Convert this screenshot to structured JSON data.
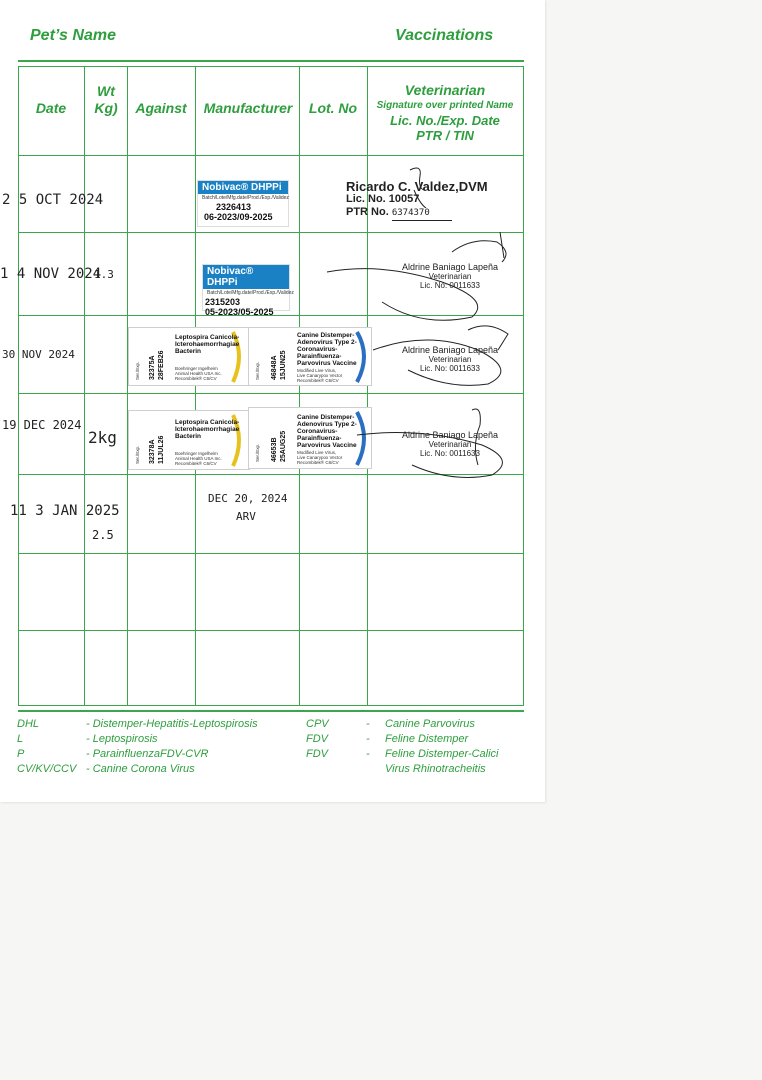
{
  "header": {
    "pets_name": "Pet’s Name",
    "vaccinations": "Vaccinations"
  },
  "columns": {
    "date": "Date",
    "wt_1": "Wt",
    "wt_2": "Kg)",
    "against": "Against",
    "manufacturer": "Manufacturer",
    "lot": "Lot. No",
    "vet_1": "Veterinarian",
    "vet_2": "Signature over printed Name",
    "vet_3": "Lic. No./Exp. Date",
    "vet_4": "PTR / TIN"
  },
  "rows": [
    {
      "date": "2 5 OCT 2024",
      "weight": ""
    },
    {
      "date": "1 4 NOV 2024",
      "weight": "1.3"
    },
    {
      "date": "30 NOV 2024",
      "weight": ""
    },
    {
      "date": "19 DEC 2024",
      "weight": "2kg"
    },
    {
      "date": "11 3 JAN 2025",
      "weight": "2.5"
    }
  ],
  "nobivac_1": {
    "brand": "Nobivac® DHPPi",
    "small": "Batch/Lote/Mfg.date/Prod./Exp./Validez",
    "lot": "2326413",
    "dates": "06-2023/09-2025"
  },
  "nobivac_2": {
    "brand": "Nobivac® DHPPi",
    "small": "Batch/Lote/Mfg.date/Prod./Exp./Validez",
    "lot": "2315203",
    "dates": "05-2023/05-2025"
  },
  "lepto_1": {
    "title_1": "Leptospira Canicola-",
    "title_2": "Icterohaemorrhagiae",
    "title_3": "Bacterin",
    "maker_1": "Boehringer Ingelheim",
    "maker_2": "Animal Health USA Inc.",
    "maker_3": "Recombitek® C6/CV",
    "code_1": "32375A",
    "code_2": "28FEB26",
    "ser": "Ser./Exp."
  },
  "canine_1": {
    "title_1": "Canine Distemper-",
    "title_2": "Adenovirus Type 2-",
    "title_3": "Coronavirus-",
    "title_4": "Parainfluenza-",
    "title_5": "Parvovirus Vaccine",
    "sub_1": "Modified Live Virus,",
    "sub_2": "Live Canarypox Vector",
    "sub_3": "Recombitek® C6/CV",
    "code_1": "46848A",
    "code_2": "15JUN25",
    "ser": "Ser./Exp."
  },
  "lepto_2": {
    "title_1": "Leptospira Canicola-",
    "title_2": "Icterohaemorrhagiae",
    "title_3": "Bacterin",
    "maker_1": "Boehringer Ingelheim",
    "maker_2": "Animal Health USA Inc.",
    "maker_3": "Recombitek® C6/CV",
    "code_1": "32378A",
    "code_2": "11JUL26",
    "ser": "Ser./Exp."
  },
  "canine_2": {
    "title_1": "Canine Distemper-",
    "title_2": "Adenovirus Type 2-",
    "title_3": "Coronavirus-",
    "title_4": "Parainfluenza-",
    "title_5": "Parvovirus Vaccine",
    "sub_1": "Modified Live Virus,",
    "sub_2": "Live Canarypox Vector",
    "sub_3": "Recombitek® C6/CV",
    "code_1": "46653B",
    "code_2": "25AUG25",
    "ser": "Ser./Exp."
  },
  "manufacturer_note": {
    "line_1": "DEC 20, 2024",
    "line_2": "ARV"
  },
  "vet_1": {
    "name": "Ricardo C. Valdez,DVM",
    "lic": "Lic. No. 10057",
    "ptr": "PTR No.",
    "ptr_hand": "6374370"
  },
  "vet_2": {
    "name": "Aldrine Baniago Lapeña",
    "title": "Veterinarian",
    "lic": "Lic. No: 0011633"
  },
  "vet_3": {
    "name": "Aldrine Baniago Lapeña",
    "title": "Veterinarian",
    "lic": "Lic. No: 0011633"
  },
  "vet_4": {
    "name": "Aldrine Baniago Lapeña",
    "title": "Veterinarian",
    "lic": "Lic. No: 0011633"
  },
  "legend": {
    "left_abbr": [
      "DHL",
      "L",
      "P",
      "CV/KV/CCV"
    ],
    "left_desc": [
      "- Distemper-Hepatitis-Leptospirosis",
      "- Leptospirosis",
      "- ParainfluenzaFDV-CVR",
      "- Canine Corona Virus"
    ],
    "right_abbr": [
      "CPV",
      "FDV",
      "FDV"
    ],
    "right_dash": [
      "-",
      "-",
      "-"
    ],
    "right_desc": [
      "Canine Parvovirus",
      "Feline Distemper",
      "Feline Distemper-Calici",
      "Virus Rhinotracheitis"
    ]
  },
  "colors": {
    "green": "#2e9e3e",
    "nobivac_blue": "#1a82c4",
    "label_blue": "#2b6fc2",
    "label_yellow": "#e8c21c"
  }
}
